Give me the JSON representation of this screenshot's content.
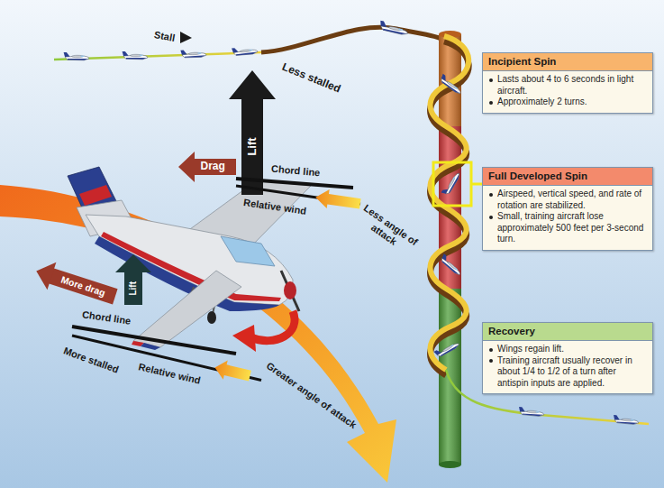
{
  "diagram": {
    "nodes": [
      {
        "text": [
          "Incipient Spin",
          "Lasts about 4 to 6 seconds in light aircraft.",
          "Approximately 2 turns."
        ]
      },
      {
        "text": [
          "Full Developed Spin",
          "Airspeed, vertical speed, and rate of rotation are stabilized.",
          "Small, training aircraft lose approximately 500 feet per 3-second turn."
        ]
      },
      {
        "text": [
          "Recovery",
          "Wings regain lift.",
          "Training aircraft usually recover in about 1/4 to 1/2 of a turn after antispin inputs are applied."
        ]
      }
    ],
    "labels": [
      "Stall",
      "Less stalled",
      "Lift",
      "Drag",
      "Chord line",
      "Relative wind",
      "Less angle of attack",
      "More drag",
      "Lift",
      "Chord line",
      "More stalled",
      "Relative wind",
      "Greater angle of attack"
    ]
  }
}
